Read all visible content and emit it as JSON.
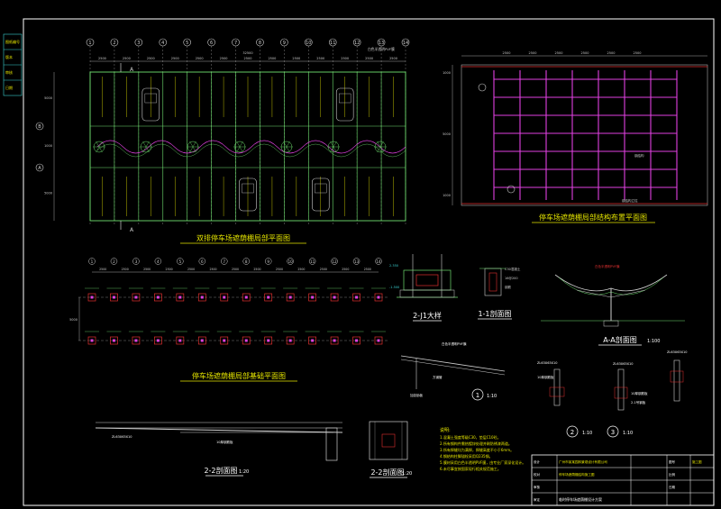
{
  "colors": {
    "background": "#000000",
    "frame": "#ffffff",
    "grid_green": "#6fe06f",
    "yellow": "#e6e600",
    "red": "#e03030",
    "cyan": "#39d0d0",
    "magenta": "#e040e0",
    "dim_white": "#cfcfcf"
  },
  "titles": {
    "plan_layout": "双排停车场遮荫棚局部平面图",
    "structure_layout": "停车场遮荫棚局部结构布置平面图",
    "foundation_layout": "停车场遮荫棚局部基础平面图",
    "section_2j1": "2-J1大样",
    "section_1_1": "1-1剖面图",
    "section_aa": "A-A剖面图",
    "section_aa_scale": "1:100",
    "section_22a": "2-2剖面图",
    "section_22a_scale": "1:20",
    "section_22b": "2-2剖面图",
    "section_22b_scale": "1:20"
  },
  "plan": {
    "axis_numbers": [
      "1",
      "2",
      "3",
      "4",
      "5",
      "6",
      "7",
      "8",
      "9",
      "10",
      "11",
      "12",
      "13",
      "14"
    ],
    "row_labels": [
      "B",
      "A"
    ],
    "top_dim": "32500",
    "bay_dims": [
      "2500",
      "2500",
      "2500",
      "2500",
      "2500",
      "2500",
      "2500",
      "2500",
      "2500",
      "2500",
      "2500",
      "2500",
      "2500"
    ],
    "membrane_note": "白色半透明PVF膜",
    "section_mark": "A",
    "side_dims": [
      "5000",
      "1000",
      "5000"
    ]
  },
  "structure": {
    "bay_dims": [
      "2500",
      "2500",
      "2500",
      "2500",
      "2500",
      "2500"
    ],
    "side_dims": [
      "1000",
      "5000",
      "1000"
    ],
    "notes": [
      "钢结构",
      "钢结构立柱"
    ]
  },
  "foundation": {
    "axis_numbers": [
      "1",
      "2",
      "3",
      "4",
      "5",
      "6",
      "7",
      "8",
      "9",
      "10",
      "11",
      "12",
      "13",
      "14"
    ],
    "bay_dims": [
      "2500",
      "2500",
      "2500",
      "2500",
      "2500",
      "2500",
      "2500",
      "2500",
      "2500",
      "2500",
      "2500",
      "2500",
      "2500"
    ],
    "side_dim": "5000"
  },
  "details": {
    "membrane_label": "白色半透明PVF膜",
    "profile_label": "ZL63X63X10",
    "detail_nums": [
      "1",
      "2",
      "3"
    ],
    "detail_scale": "1:10",
    "ribs": "10厚钢筋板",
    "base_plate": "2-1号钢板"
  },
  "notes": {
    "title": "说明:",
    "lines": [
      "1.混凝土强度等级C30，垫层C10砼。",
      "2.所有钢构件需热镀锌处理并刷防锈漆两道。",
      "3.所有焊缝均为满焊，焊缝高度不小于6mm。",
      "4.钢结构柱脚锚栓采用Q235钢。",
      "5.膜材采用白色半透明PVF膜，由专业厂家深化设计。",
      "6.未尽事宜按国家现行相关规范施工。"
    ]
  },
  "title_block": {
    "company": "广州市某某园林景观设计有限公司",
    "project": "临时停车场遮荫棚设计方案",
    "drawing": "停车场遮荫棚结构施工图",
    "fields": [
      "设计",
      "校对",
      "审核",
      "审定",
      "图号",
      "比例",
      "日期"
    ],
    "stage": "施工图"
  },
  "left_strip": [
    "图纸编号",
    "版本",
    "审核",
    "日期"
  ]
}
